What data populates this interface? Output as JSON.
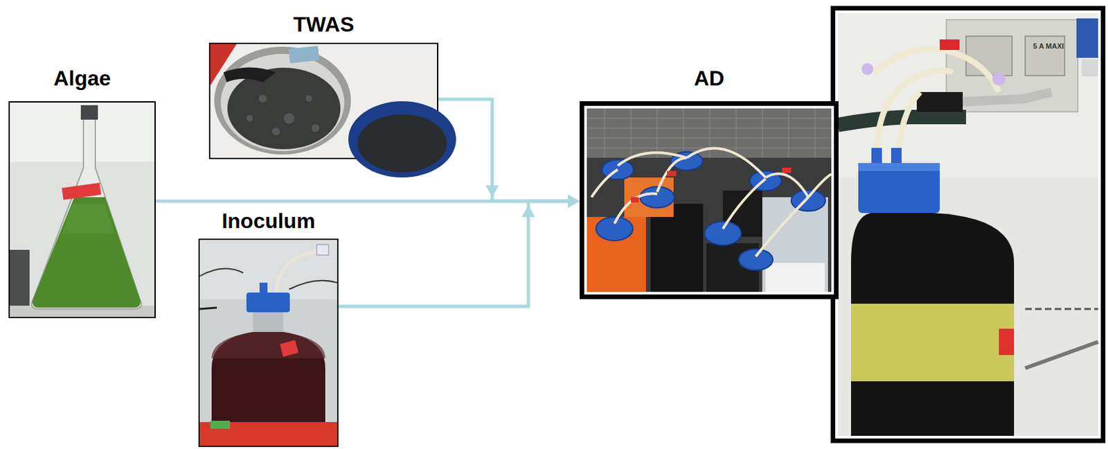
{
  "diagram": {
    "nodes": [
      {
        "text": [
          "Algae"
        ]
      },
      {
        "text": [
          "TWAS"
        ]
      },
      {
        "text": [
          "Inoculum"
        ]
      },
      {
        "text": [
          "AD"
        ]
      }
    ],
    "edges": [
      {
        "from": 0,
        "to": 3,
        "arrow": "to"
      },
      {
        "from": 1,
        "to": 3,
        "arrow": "to"
      },
      {
        "from": 2,
        "to": 3,
        "arrow": "to"
      }
    ],
    "labels": [
      "5 A MAXI"
    ]
  }
}
